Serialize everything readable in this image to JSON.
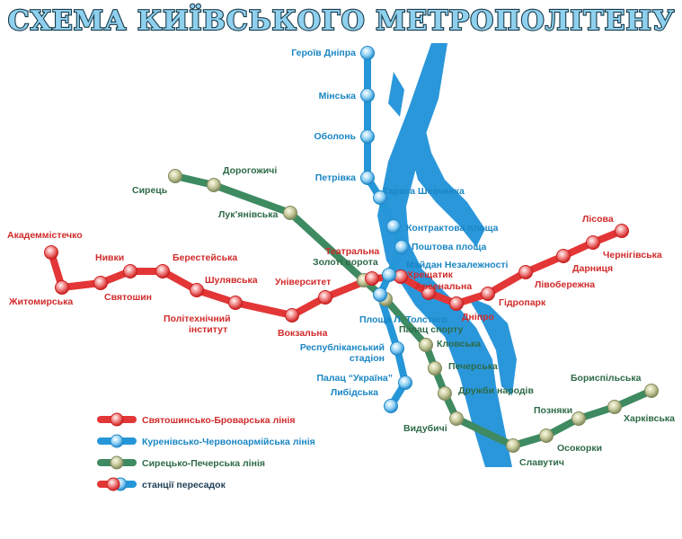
{
  "title": "СХЕМА КИЇВСЬКОГО МЕТРОПОЛІТЕНУ",
  "colors": {
    "red": "#e33636",
    "blue": "#2596d8",
    "green": "#3e8a61",
    "river": "#2b97db",
    "red_text": "#d12a2a",
    "blue_text": "#1a86c4",
    "green_text": "#2d6a47",
    "dark_text": "#1d3f55"
  },
  "lines": {
    "red": {
      "name": "Святошинсько-Броварська лінія",
      "stations": [
        "Академмістечко",
        "Житомирська",
        "Святошин",
        "Нивки",
        "Берестейська",
        "Шулявська",
        "Політехнічний інститут",
        "Вокзальна",
        "Університет",
        "Театральна",
        "Хрещатик",
        "Арсенальна",
        "Дніпро",
        "Гідропарк",
        "Лівобережна",
        "Дарниця",
        "Чернігівська",
        "Лісова"
      ]
    },
    "blue": {
      "name": "Куренівсько-Червоноармійська лінія",
      "stations": [
        "Героїв Дніпра",
        "Мінська",
        "Оболонь",
        "Петрівка",
        "Тараса Шевченка",
        "Контрактова площа",
        "Поштова площа",
        "Майдан Незалежності",
        "Площа Л. Толстого",
        "Республіканський стадіон",
        "Палац “Україна”",
        "Либідська"
      ]
    },
    "green": {
      "name": "Сирецько-Печерська лінія",
      "stations": [
        "Сирець",
        "Дорогожичі",
        "Лук’янівська",
        "Золоті ворота",
        "Палац спорту",
        "Кловська",
        "Печерська",
        "Дружби народів",
        "Видубичі",
        "Славутич",
        "Осокорки",
        "Позняки",
        "Харківська",
        "Бориспільська"
      ]
    }
  },
  "legend": {
    "red": "Святошинсько-Броварська лінія",
    "blue": "Куренівсько-Червоноармійська лінія",
    "green": "Сирецько-Печерська лінія",
    "transfer": "станції пересадок"
  }
}
